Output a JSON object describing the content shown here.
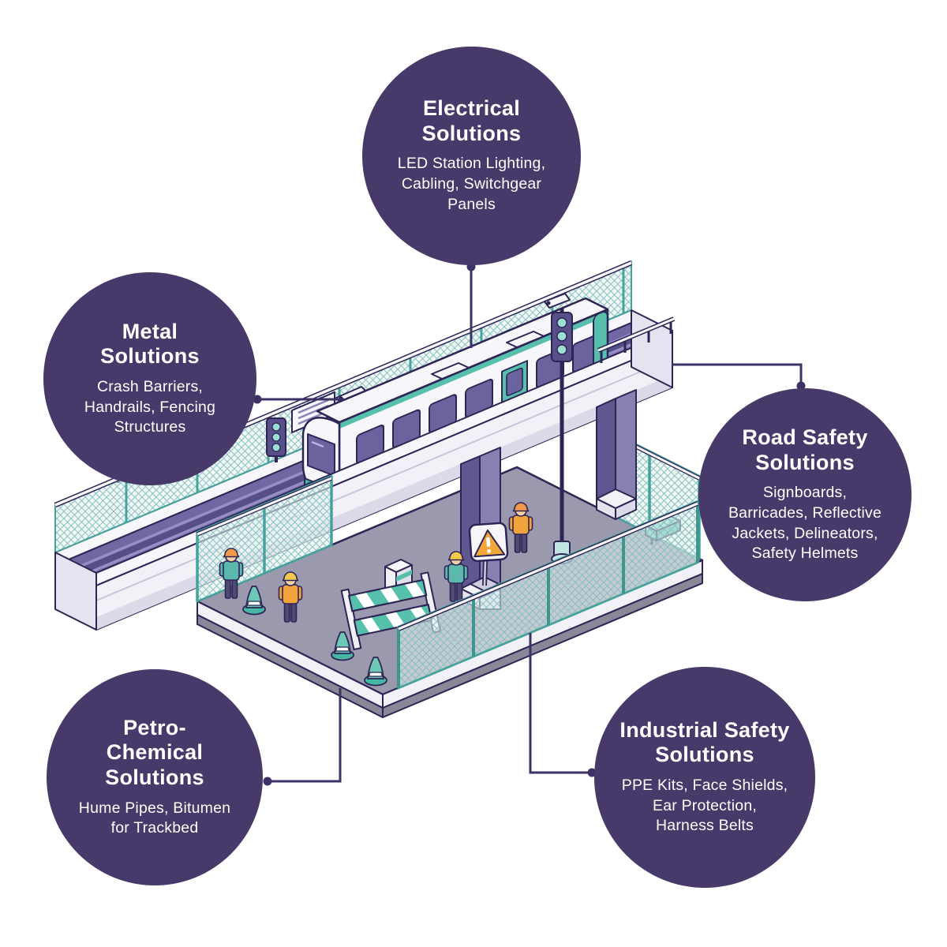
{
  "diagram": {
    "type": "hub-and-spoke infographic",
    "bubbles": [
      {
        "id": "electrical",
        "title": "Electrical\nSolutions",
        "description": "LED Station Lighting,\nCabling, Switchgear\nPanels"
      },
      {
        "id": "metal",
        "title": "Metal\nSolutions",
        "description": "Crash Barriers,\nHandrails, Fencing\nStructures"
      },
      {
        "id": "road-safety",
        "title": "Road Safety\nSolutions",
        "description": "Signboards,\nBarricades, Reflective\nJackets, Delineators,\nSafety Helmets"
      },
      {
        "id": "petro-chemical",
        "title": "Petro-\nChemical\nSolutions",
        "description": "Hume Pipes, Bitumen\nfor Trackbed"
      },
      {
        "id": "industrial-safety",
        "title": "Industrial Safety\nSolutions",
        "description": "PPE Kits, Face Shields,\nEar Protection,\nHarness Belts"
      }
    ],
    "center_illustration": {
      "name": "elevated-metro-station-isometric",
      "elements": [
        "metro-train",
        "elevated-viaduct",
        "support-columns",
        "station-platform",
        "chain-link-fencing",
        "traffic-lights",
        "cctv-cameras",
        "signboards",
        "warning-sign",
        "traffic-cones",
        "striped-barricade",
        "bench",
        "ticket-gate",
        "workers-in-safety-gear"
      ]
    }
  },
  "palette": {
    "bubble_purple": "#473a6a",
    "connector": "#3d3166",
    "outline": "#2f2456",
    "train_mint": "#6cc9b6",
    "train_teal": "#3fae9b",
    "track_purple": "#6f68a2",
    "fence_teal": "#45a39d",
    "mesh_light": "#e8f3f2",
    "platform_gray": "#9b99ad",
    "white_structure": "#f4f3f8",
    "helmet_orange": "#f2994a",
    "helmet_yellow": "#f2c94c",
    "sign_orange": "#f2a73b",
    "lamp_teal": "#9be0d2"
  }
}
